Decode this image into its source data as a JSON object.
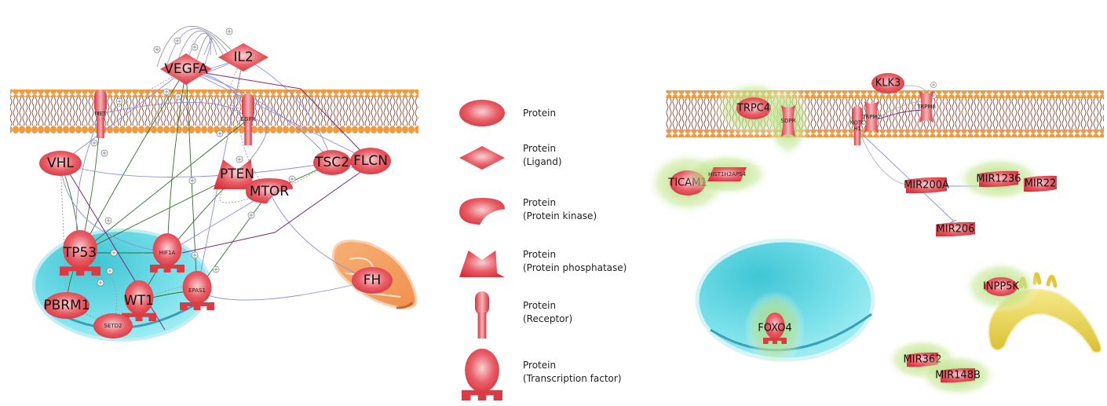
{
  "colors": {
    "protein_fill": "#e3464f",
    "protein_highlight": "#f7c3c6",
    "membrane_head": "#f39a3a",
    "membrane_tail": "#8b4a3a",
    "nucleus": "#5fd3e0",
    "mitochondrion": "#f4a05a",
    "er": "#e6d24a",
    "edge_blue": "#8a8de0",
    "edge_gray": "#999999",
    "edge_green": "#2f6e2a",
    "edge_purple": "#7a2a7a",
    "glow_green": "#a8d86a"
  },
  "left_network": {
    "nodes": [
      {
        "id": "VEGFA",
        "label": "VEGFA",
        "type": "ligand",
        "size": "lg"
      },
      {
        "id": "IL2",
        "label": "IL2",
        "type": "ligand",
        "size": "lg"
      },
      {
        "id": "MET",
        "label": "MET",
        "type": "receptor",
        "size": "sm"
      },
      {
        "id": "EGFR",
        "label": "EGFR",
        "type": "receptor",
        "size": "sm"
      },
      {
        "id": "VHL",
        "label": "VHL",
        "type": "protein",
        "size": "lg"
      },
      {
        "id": "PTEN",
        "label": "PTEN",
        "type": "phosphatase",
        "size": "lg"
      },
      {
        "id": "MTOR",
        "label": "MTOR",
        "type": "kinase",
        "size": "lg"
      },
      {
        "id": "TSC2",
        "label": "TSC2",
        "type": "protein",
        "size": "lg"
      },
      {
        "id": "FLCN",
        "label": "FLCN",
        "type": "protein",
        "size": "lg"
      },
      {
        "id": "TP53",
        "label": "TP53",
        "type": "transcription_factor",
        "size": "lg"
      },
      {
        "id": "HIF1A",
        "label": "HIF1A",
        "type": "transcription_factor",
        "size": "sm"
      },
      {
        "id": "EPAS1",
        "label": "EPAS1",
        "type": "transcription_factor",
        "size": "sm"
      },
      {
        "id": "WT1",
        "label": "WT1",
        "type": "transcription_factor",
        "size": "lg"
      },
      {
        "id": "PBRM1",
        "label": "PBRM1",
        "type": "protein",
        "size": "lg"
      },
      {
        "id": "SETD2",
        "label": "SETD2",
        "type": "protein",
        "size": "sm"
      },
      {
        "id": "FH",
        "label": "FH",
        "type": "protein",
        "size": "lg"
      }
    ]
  },
  "legend": {
    "items": [
      {
        "shape": "protein",
        "line1": "Protein",
        "line2": ""
      },
      {
        "shape": "ligand",
        "line1": "Protein",
        "line2": "(Ligand)"
      },
      {
        "shape": "kinase",
        "line1": "Protein",
        "line2": "(Protein kinase)"
      },
      {
        "shape": "phosphatase",
        "line1": "Protein",
        "line2": "(Protein phosphatase)"
      },
      {
        "shape": "receptor",
        "line1": "Protein",
        "line2": "(Receptor)"
      },
      {
        "shape": "transcription_factor",
        "line1": "Protein",
        "line2": "(Transcription factor)"
      }
    ]
  },
  "right_network": {
    "nodes": [
      {
        "id": "KLK3",
        "label": "KLK3",
        "type": "protein",
        "size": "md"
      },
      {
        "id": "TRPC4",
        "label": "TRPC4",
        "type": "protein",
        "size": "md"
      },
      {
        "id": "SDPR",
        "label": "SDPR",
        "type": "channel",
        "size": "sm"
      },
      {
        "id": "NOTCH1",
        "label": "NOTC\nH1",
        "type": "receptor",
        "size": "sm"
      },
      {
        "id": "TRPM2",
        "label": "TRPM2",
        "type": "channel",
        "size": "sm"
      },
      {
        "id": "TRPM8",
        "label": "TRPM8",
        "type": "channel",
        "size": "sm"
      },
      {
        "id": "TICAM1",
        "label": "TICAM1",
        "type": "protein",
        "size": "md"
      },
      {
        "id": "HIST1H2APS4",
        "label": "HIST1H2APS4",
        "type": "other",
        "size": "sm"
      },
      {
        "id": "MIR200A",
        "label": "MIR200A",
        "type": "microrna",
        "size": "md"
      },
      {
        "id": "MIR1236",
        "label": "MIR1236",
        "type": "microrna",
        "size": "md"
      },
      {
        "id": "MIR22",
        "label": "MIR22",
        "type": "microrna",
        "size": "md"
      },
      {
        "id": "MIR206",
        "label": "MIR206",
        "type": "microrna",
        "size": "md"
      },
      {
        "id": "FOXO4",
        "label": "FOXO4",
        "type": "transcription_factor",
        "size": "md"
      },
      {
        "id": "INPP5K",
        "label": "INPP5K",
        "type": "protein",
        "size": "md"
      },
      {
        "id": "MIR362",
        "label": "MIR362",
        "type": "microrna",
        "size": "md"
      },
      {
        "id": "MIR148B",
        "label": "MIR148B",
        "type": "microrna",
        "size": "md"
      }
    ]
  }
}
